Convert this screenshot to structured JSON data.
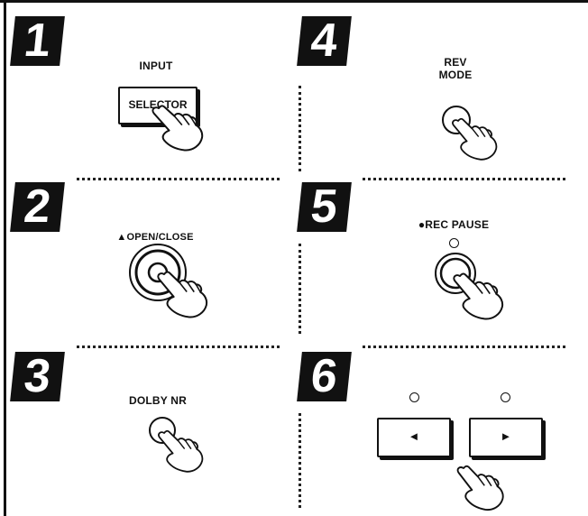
{
  "steps": [
    {
      "number": "1",
      "label": "INPUT",
      "button_label": "SELECTOR",
      "icon": "hand-pressing-button-icon"
    },
    {
      "number": "2",
      "label": "▲OPEN/CLOSE",
      "icon": "hand-pressing-button-icon"
    },
    {
      "number": "3",
      "label": "DOLBY NR",
      "icon": "hand-pressing-button-icon"
    },
    {
      "number": "4",
      "label_line1": "REV",
      "label_line2": "MODE",
      "icon": "hand-pressing-button-icon"
    },
    {
      "number": "5",
      "label": "●REC PAUSE",
      "icon": "hand-pressing-button-icon"
    },
    {
      "number": "6",
      "left_button_symbol": "◄",
      "right_button_symbol": "►",
      "icon": "hand-pressing-button-icon"
    }
  ],
  "colors": {
    "ink": "#111111",
    "background": "#ffffff"
  }
}
